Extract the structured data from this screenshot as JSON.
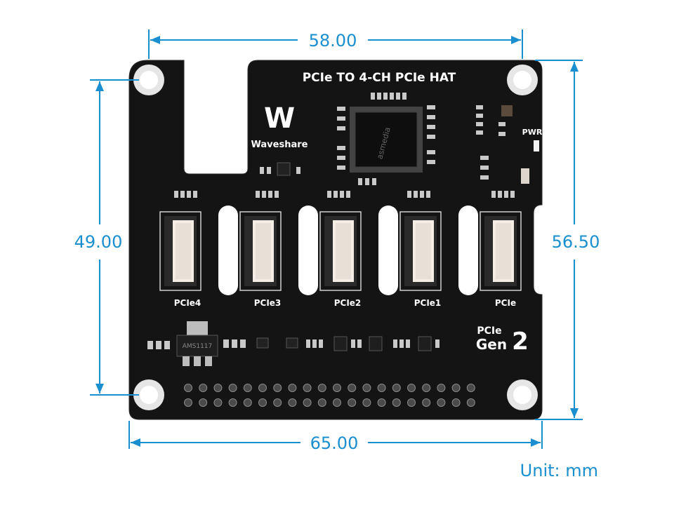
{
  "board": {
    "title": "PCIe TO 4-CH PCIe HAT",
    "brand": "Waveshare",
    "brand_mark": "W",
    "pwr_label": "PWR",
    "gen_top": "PCIe",
    "gen_bottom": "Gen",
    "gen_number": "2",
    "chip_text": "asmedia",
    "regulator_text": "AMS1117"
  },
  "connectors": [
    {
      "label": "PCIe4"
    },
    {
      "label": "PCIe3"
    },
    {
      "label": "PCIe2"
    },
    {
      "label": "PCIe1"
    },
    {
      "label": "PCIe"
    }
  ],
  "dimensions": {
    "top_width": "58.00",
    "left_height": "49.00",
    "right_height": "56.50",
    "bottom_width": "65.00",
    "unit": "Unit: mm"
  },
  "colors": {
    "dimension": "#1a8fd0",
    "board": "#141414",
    "silkscreen": "#ffffff",
    "connector": "#f3ede6"
  }
}
